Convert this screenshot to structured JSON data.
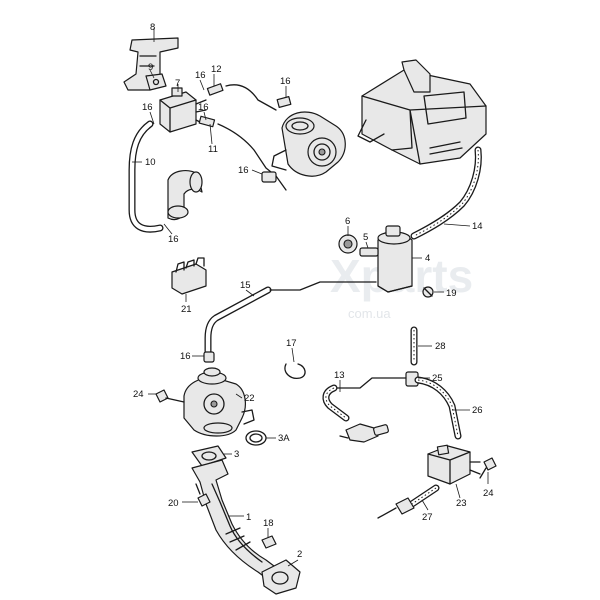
{
  "watermark": {
    "brand": "Xparts",
    "domain": "com.ua"
  },
  "labels": {
    "p1": "1",
    "p2": "2",
    "p3": "3",
    "p3a": "3A",
    "p4": "4",
    "p5": "5",
    "p6": "6",
    "p7": "7",
    "p8": "8",
    "p9": "9",
    "p10": "10",
    "p11": "11",
    "p12": "12",
    "p13": "13",
    "p14": "14",
    "p15": "15",
    "p16a": "16",
    "p16b": "16",
    "p16c": "16",
    "p16d": "16",
    "p16e": "16",
    "p16f": "16",
    "p17": "17",
    "p18": "18",
    "p19": "19",
    "p20": "20",
    "p21": "21",
    "p22": "22",
    "p23": "23",
    "p24a": "24",
    "p24b": "24",
    "p25": "25",
    "p26": "26",
    "p27": "27",
    "p28": "28"
  }
}
